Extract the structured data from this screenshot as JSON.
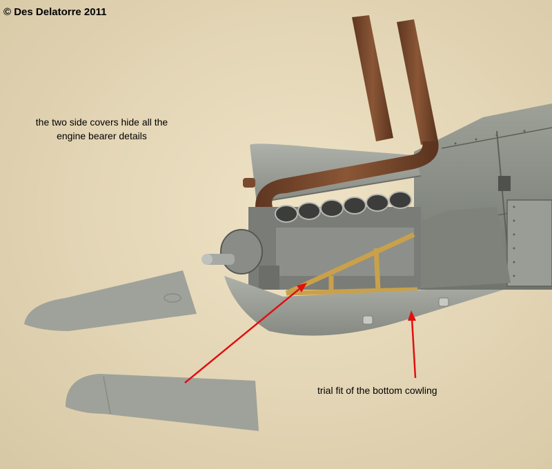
{
  "captions": {
    "copyright": "© Des Delatorre 2011",
    "side_covers_line1": "the two side covers hide all the",
    "side_covers_line2": "engine bearer details",
    "bottom_cowling": "trial fit of the bottom cowling"
  },
  "colors": {
    "background": "#e3d6b8",
    "primer_grey": "#8d9189",
    "arrow_red": "#e01010",
    "exhaust_brown": "#7a4a2e",
    "brass": "#c9a14a"
  }
}
